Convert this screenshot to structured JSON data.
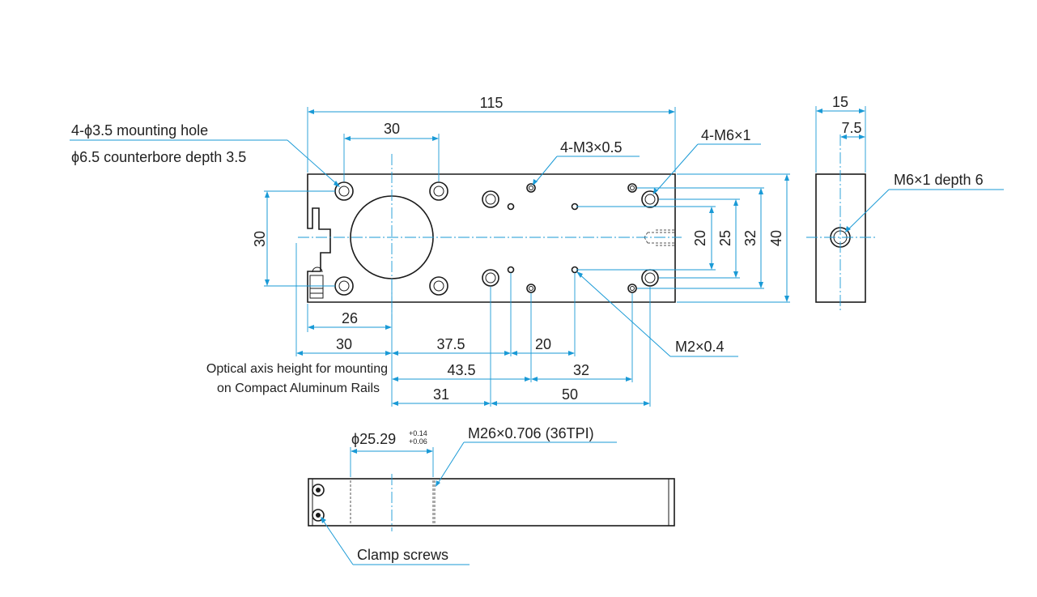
{
  "labels": {
    "overall_length": "115",
    "hole_spacing_top": "30",
    "mounting_hole": "4-ϕ3.5 mounting hole",
    "counterbore": "ϕ6.5 counterbore depth 3.5",
    "m3": "4-M3×0.5",
    "m6": "4-M6×1",
    "side_width": "15",
    "side_half": "7.5",
    "side_tap": "M6×1 depth 6",
    "height_30": "30",
    "v20": "20",
    "v25": "25",
    "v32": "32",
    "v40": "40",
    "d26": "26",
    "d30": "30",
    "d37_5": "37.5",
    "d20": "20",
    "d43_5": "43.5",
    "d32": "32",
    "d31": "31",
    "d50": "50",
    "m2": "M2×0.4",
    "optical_axis_line1": "Optical axis height for mounting",
    "optical_axis_line2": "on Compact Aluminum Rails",
    "bore_dia": "ϕ25.29",
    "bore_tol_upper": "+0.14",
    "bore_tol_lower": "+0.06",
    "thread": "M26×0.706 (36TPI)",
    "clamp_screws": "Clamp screws"
  },
  "colors": {
    "dimension": "#1a9ad6",
    "outline": "#1a1a1a"
  }
}
